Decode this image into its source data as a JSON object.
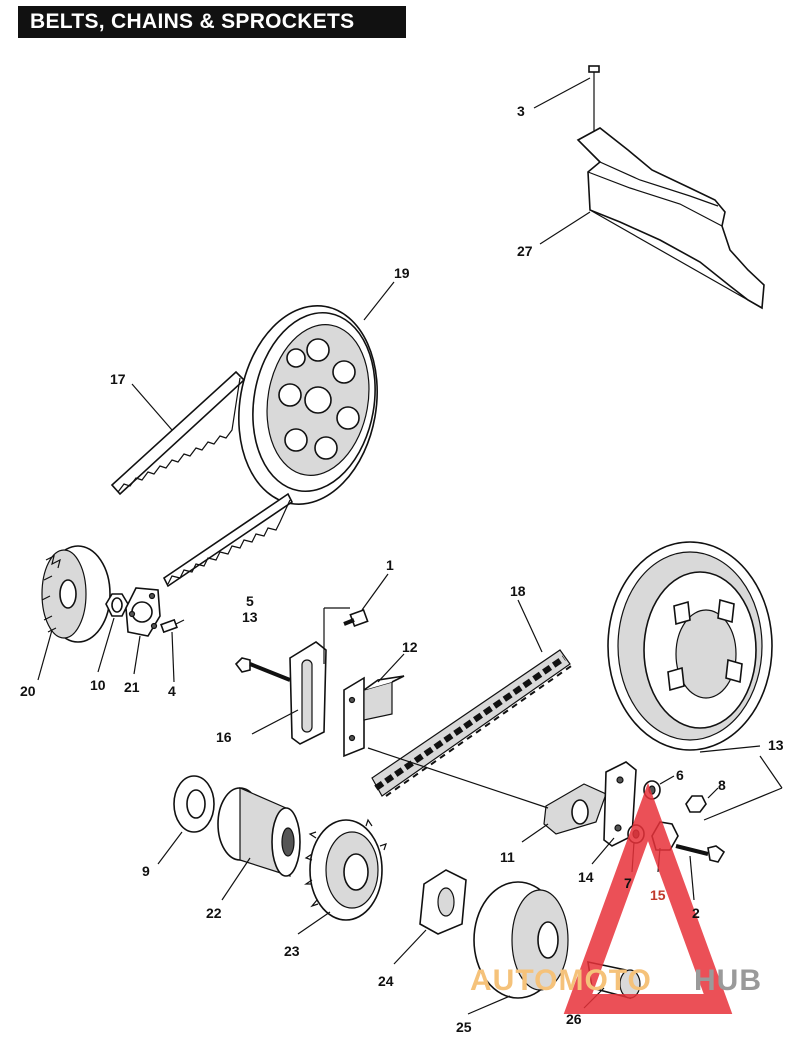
{
  "title": "BELTS, CHAINS & SPROCKETS",
  "watermark": {
    "brand_a": "AUTOMOTO",
    "brand_b": "HUB",
    "triangle_color": "#e8313a",
    "a_color": "#f5c27a",
    "b_color": "#9a9a9a"
  },
  "callouts": {
    "c1": "1",
    "c2": "2",
    "c3": "3",
    "c4": "4",
    "c5": "5",
    "c6": "6",
    "c7": "7",
    "c8": "8",
    "c9": "9",
    "c10": "10",
    "c11": "11",
    "c12": "12",
    "c13a": "13",
    "c13b": "13",
    "c14": "14",
    "c15": "15",
    "c16": "16",
    "c17": "17",
    "c18": "18",
    "c19": "19",
    "c20": "20",
    "c21": "21",
    "c22": "22",
    "c23": "23",
    "c24": "24",
    "c25": "25",
    "c26": "26",
    "c27": "27"
  }
}
